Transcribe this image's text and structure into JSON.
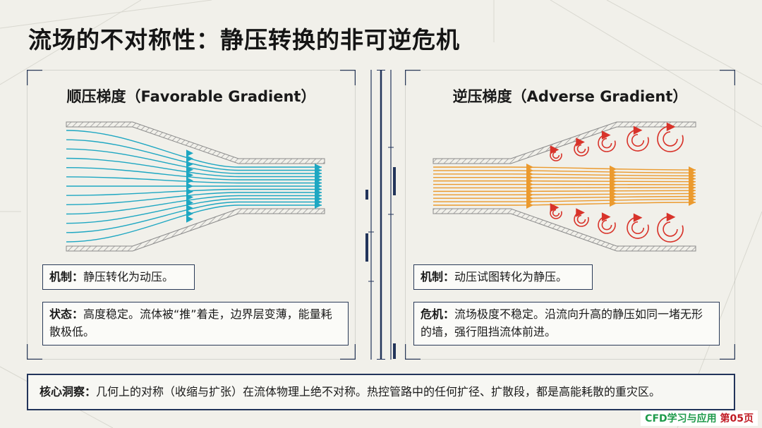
{
  "title": "流场的不对称性：静压转换的非可逆危机",
  "left": {
    "heading": "顺压梯度（Favorable Gradient）",
    "mechanism_label": "机制：",
    "mechanism_text": "静压转化为动压。",
    "state_label": "状态：",
    "state_text": "高度稳定。流体被“推”着走，边界层变薄，能量耗散极低。",
    "stream_color": "#1ea7c2"
  },
  "right": {
    "heading": "逆压梯度（Adverse Gradient）",
    "mechanism_label": "机制：",
    "mechanism_text": "动压试图转化为静压。",
    "crisis_label": "危机：",
    "crisis_text": "流场极度不稳定。沿流向升高的静压如同一堵无形的墙，强行阻挡流体前进。",
    "stream_color": "#eb9a2e",
    "vortex_color": "#d8332a"
  },
  "insight": {
    "label": "核心洞察：",
    "text": "几何上的对称（收缩与扩张）在流体物理上绝不对称。热控管路中的任何扩径、扩散段，都是高能耗散的重灾区。"
  },
  "badge": {
    "part1": "CFD学习与应用",
    "part2": "第05页"
  },
  "colors": {
    "frame": "#2a3a58",
    "wall_hatch": "#9a9a9a"
  }
}
